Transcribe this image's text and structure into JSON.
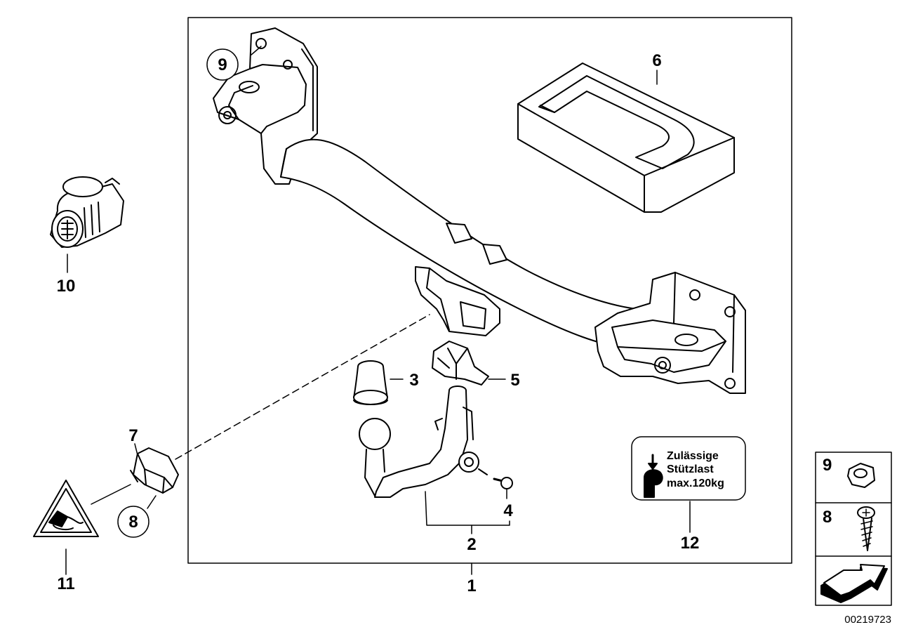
{
  "diagram_id": "00219723",
  "labels": {
    "p1": "1",
    "p2": "2",
    "p3": "3",
    "p4": "4",
    "p5": "5",
    "p6": "6",
    "p7": "7",
    "p8": "8",
    "p9": "9",
    "p10": "10",
    "p11": "11",
    "p12": "12"
  },
  "legend": {
    "item_top": "9",
    "item_mid": "8"
  },
  "sticker": {
    "line1": "Zulässige",
    "line2": "Stützlast",
    "line3": "max.120kg"
  }
}
